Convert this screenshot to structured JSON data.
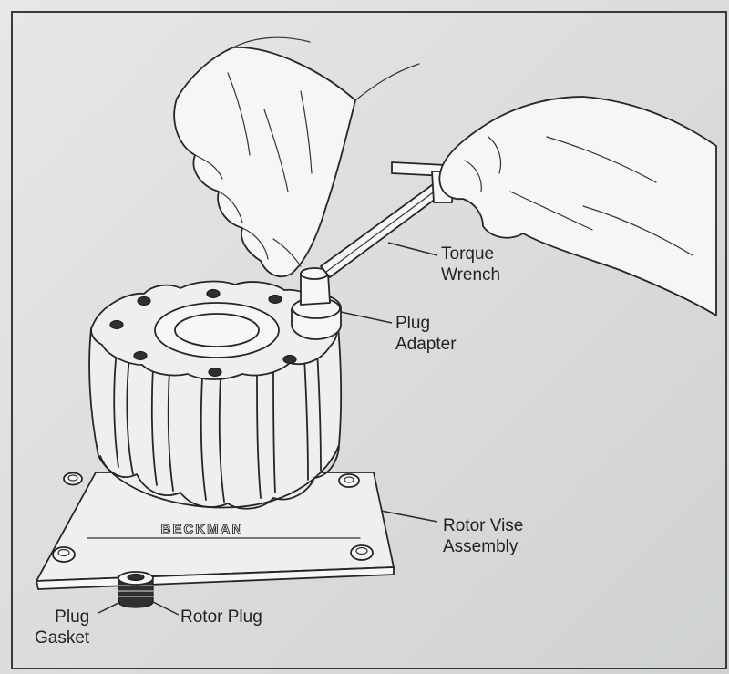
{
  "figure": {
    "brand_mark": "BECKMAN",
    "labels": {
      "torque_wrench": [
        "Torque",
        "Wrench"
      ],
      "plug_adapter": [
        "Plug",
        "Adapter"
      ],
      "rotor_vise_assembly": [
        "Rotor Vise",
        "Assembly"
      ],
      "plug_gasket": [
        "Plug",
        "Gasket"
      ],
      "rotor_plug": "Rotor Plug"
    }
  }
}
